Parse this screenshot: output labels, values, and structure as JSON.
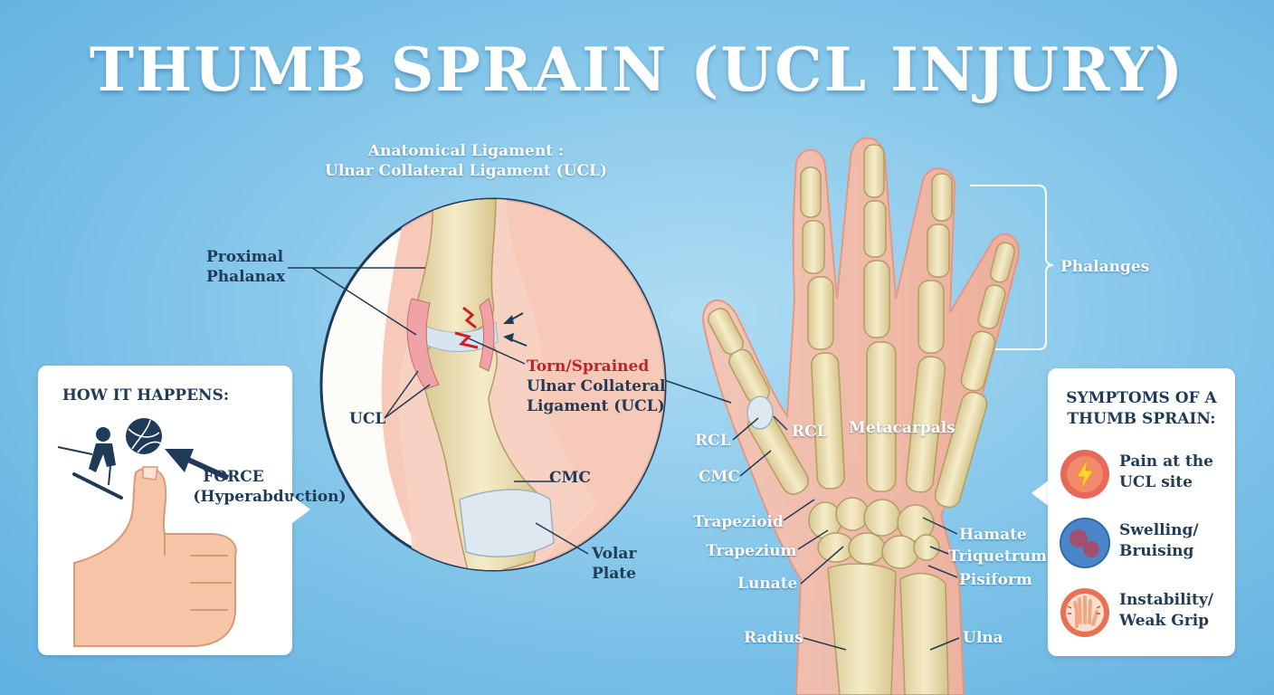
{
  "title": "THUMB SPRAIN (UCL INJURY)",
  "inset": {
    "heading_line1": "Anatomical Ligament :",
    "heading_line2": "Ulnar Collateral Ligament (UCL)",
    "labels": {
      "proximal_phalanax_1": "Proximal",
      "proximal_phalanax_2": "Phalanax",
      "ucl": "UCL",
      "torn": "Torn/Sprained",
      "ucl_full_1": "Ulnar Collateral",
      "ucl_full_2": "Ligament (UCL)",
      "cmc": "CMC",
      "volar_1": "Volar",
      "volar_2": "Plate"
    }
  },
  "how_it_happens": {
    "title": "HOW IT HAPPENS:",
    "force_1": "FORCE",
    "force_2": "(Hyperabduction)"
  },
  "hand": {
    "labels": {
      "phalanges": "Phalanges",
      "rcl_left": "RCL",
      "rcl_right": "RCL",
      "metacarpals": "Metacarpals",
      "cmc": "CMC",
      "trapezioid": "Trapezioid",
      "trapezium": "Trapezium",
      "lunate": "Lunate",
      "hamate": "Hamate",
      "triquetrum": "Triquetrum",
      "pisiform": "Pisiform",
      "radius": "Radius",
      "ulna": "Ulna"
    }
  },
  "symptoms": {
    "title_1": "SYMPTOMS OF A",
    "title_2": "THUMB SPRAIN:",
    "items": [
      {
        "line1": "Pain at the",
        "line2": "UCL site",
        "icon": "lightning-icon"
      },
      {
        "line1": "Swelling/",
        "line2": "Bruising",
        "icon": "bruise-icon"
      },
      {
        "line1": "Instability/",
        "line2": "Weak Grip",
        "icon": "shaky-hand-icon"
      }
    ]
  },
  "colors": {
    "background": "#7fc3e8",
    "bone": "#ecdfb4",
    "skin": "#f4b3a0",
    "label_dark": "#1f3b57",
    "torn_red": "#c0242b"
  }
}
